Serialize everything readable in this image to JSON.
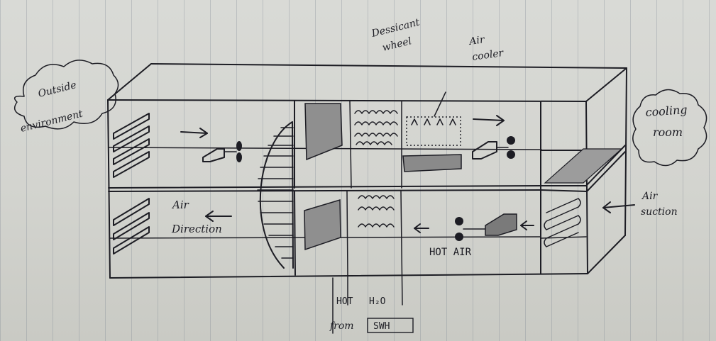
{
  "diagram": {
    "labels": {
      "outside_environment_line1": "Outside",
      "outside_environment_line2": "environment",
      "desiccant_wheel_line1": "Dessicant",
      "desiccant_wheel_line2": "wheel",
      "air_cooler_line1": "Air",
      "air_cooler_line2": "cooler",
      "cooling_room_line1": "cooling",
      "cooling_room_line2": "room",
      "air_suction_line1": "Air",
      "air_suction_line2": "suction",
      "air_direction_line1": "Air",
      "air_direction_line2": "Direction",
      "hot_air": "HOT AIR",
      "hot_water_word": "HOT",
      "hot_water_formula": "H₂O",
      "from_word": "from",
      "swh": "SWH"
    }
  }
}
